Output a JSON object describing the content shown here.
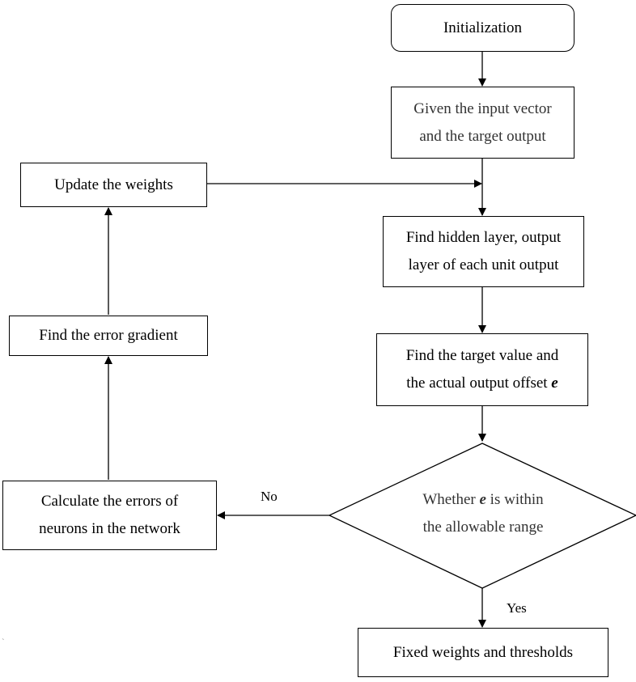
{
  "nodes": {
    "init": "Initialization",
    "input_line1": "Given the input vector",
    "input_line2": "and the target output",
    "hidden_line1": "Find hidden layer, output",
    "hidden_line2": "layer of each unit output",
    "offset_line1": "Find the target value and",
    "offset_line2": "the actual output offset",
    "offset_var": "e",
    "decision_pre": "Whether",
    "decision_var": "e",
    "decision_post": "is within",
    "decision_line2": "the allowable range",
    "fixed": "Fixed weights and thresholds",
    "calc_line1": "Calculate the errors of",
    "calc_line2": "neurons in the network",
    "gradient": "Find the error gradient",
    "update": "Update the weights"
  },
  "edge_labels": {
    "no": "No",
    "yes": "Yes"
  },
  "stray_mark": "`"
}
